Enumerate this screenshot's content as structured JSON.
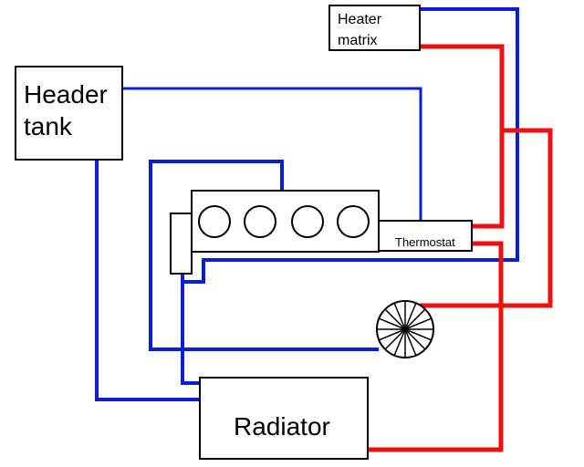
{
  "labels": {
    "heater_matrix_line1": "Heater",
    "heater_matrix_line2": "matrix",
    "header_tank_line1": "Header",
    "header_tank_line2": "tank",
    "thermostat": "Thermostat",
    "radiator": "Radiator"
  },
  "colors": {
    "cold_pipe": "#0a1ed8",
    "hot_pipe": "#ee1111"
  },
  "icons": {
    "fan": "fan-icon",
    "cylinders": "cylinder-icon"
  }
}
